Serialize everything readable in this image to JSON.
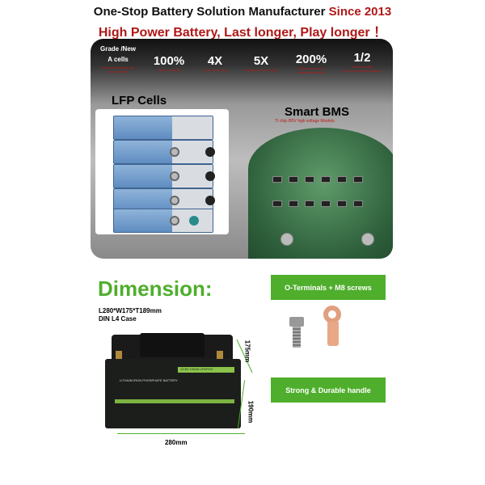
{
  "header": {
    "title": "One-Stop Battery Solution Manufacturer",
    "since": "Since 2013",
    "tagline": "High Power Battery, Last longer, Play longer ！"
  },
  "features": [
    {
      "big": "Grade /New",
      "big2": "A cells",
      "note": "Low self-discharge rate",
      "note2": "Low resistance"
    },
    {
      "big": "100%",
      "note": "Safe & Reliable"
    },
    {
      "big": "4X",
      "note": "Lasts 4X as long"
    },
    {
      "big": "5X",
      "note": "Charges up to 5X faster"
    },
    {
      "big": "200%",
      "note": "Twice the power of",
      "note2": "traditional batteries"
    },
    {
      "big": "1/2",
      "note": "Half the weight",
      "note2": "than conventional batteries"
    }
  ],
  "lfp": {
    "label": "LFP Cells"
  },
  "bms": {
    "label": "Smart BMS",
    "sub": "TI chip /85V high voltage Mosfets"
  },
  "dimension": {
    "title": "Dimension:",
    "size": "L280*W175*T189mm",
    "case": "DIN L4 Case",
    "length": "280mm",
    "width": "175mm",
    "height": "190mm"
  },
  "battery": {
    "label": "12.8V 100Ah  LiFePO4",
    "type": "LITHIUM IRON PHOSPHATE BATTERY"
  },
  "buttons": {
    "terminals": "O-Terminals + M8 screws",
    "handle": "Strong & Durable handle"
  },
  "colors": {
    "accent_red": "#b01818",
    "accent_green": "#4fae2c"
  }
}
